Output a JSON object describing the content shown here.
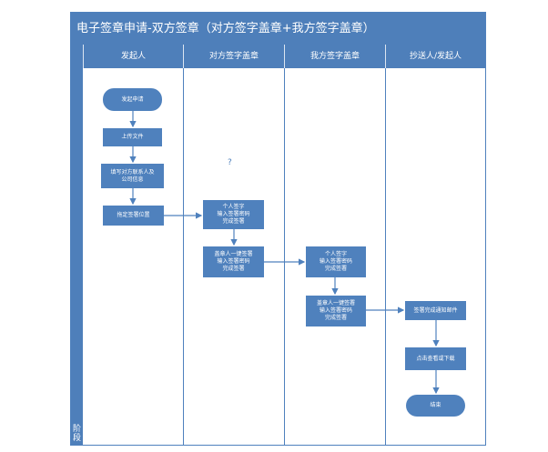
{
  "diagram": {
    "title": "电子签章申请-双方签章（对方签字盖章+我方签字盖章）",
    "stage_label": "阶段",
    "lanes": [
      {
        "label": "发起人"
      },
      {
        "label": "对方签字盖章"
      },
      {
        "label": "我方签字盖章"
      },
      {
        "label": "抄送人/发起人"
      }
    ],
    "question_mark": "?",
    "nodes": {
      "start": "发起申请",
      "upload": "上传文件",
      "fill_contact": "填写对方联系人及\n公司信息",
      "place_position": "拖定签署位置",
      "other_personal": "个人签字\n输入签署密码\n完成签署",
      "other_seal": "盖章人一键签署\n输入签署密码\n完成签署",
      "our_personal": "个人签字\n输入签署密码\n完成签署",
      "our_seal": "盖章人一键签署\n输入签署密码\n完成签署",
      "notify": "签署完成通知邮件",
      "view_download": "点击查看或下载",
      "end": "结束"
    },
    "colors": {
      "header": "#4e7fba",
      "node": "#4f81bd",
      "line": "#4f81bd"
    }
  }
}
